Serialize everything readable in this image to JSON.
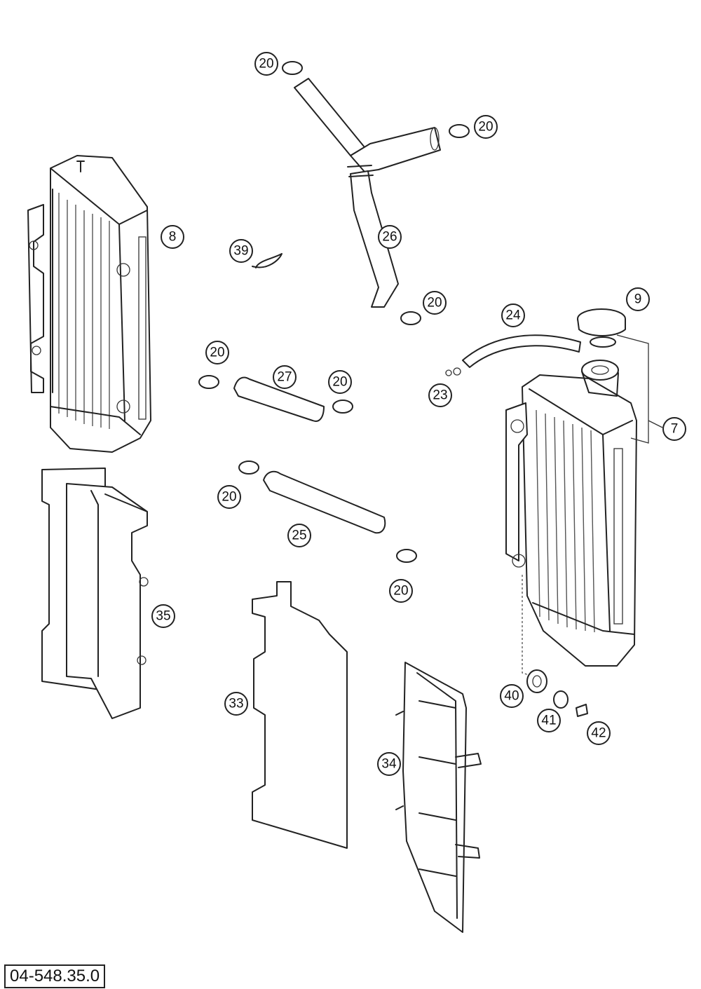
{
  "diagram": {
    "reference_code": "04-548.35.0",
    "part_labels": {
      "p20a": "20",
      "p20b": "20",
      "p20c": "20",
      "p20d": "20",
      "p20e": "20",
      "p20f": "20",
      "p20g": "20",
      "p8": "8",
      "p39": "39",
      "p26": "26",
      "p9": "9",
      "p24": "24",
      "p27": "27",
      "p23": "23",
      "p7": "7",
      "p25": "25",
      "p35": "35",
      "p33": "33",
      "p34": "34",
      "p40": "40",
      "p41": "41",
      "p42": "42"
    }
  }
}
